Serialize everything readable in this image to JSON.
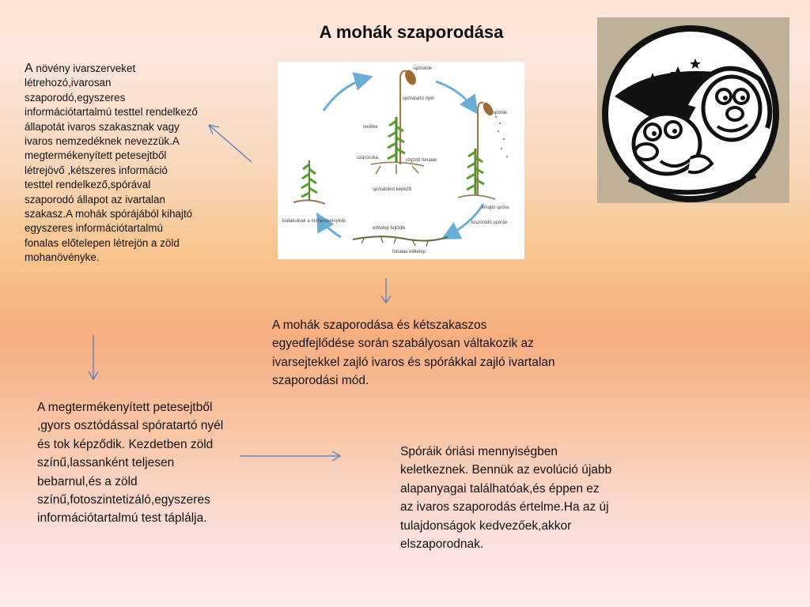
{
  "title": "A mohák szaporodása",
  "left_text": {
    "first": "A",
    "rest": " növény ivarszerveket létrehozó,ivarosan szaporodó,egyszeres információtartalmú testtel rendelkező állapotát ivaros szakasznak vagy ivaros nemzedéknek nevezzük.A megtermékenyített petesejtből létrejövő ,kétszeres információ testtel rendelkező,spórával szaporodó állapot az ivartalan szakasz.A mohák spórájából kihajtó egyszeres információtartalmú fonalas előtelepen létrejön a zöld mohanövényke."
  },
  "center_text": "A mohák szaporodása és kétszakaszos egyedfejlődése során szabályosan váltakozik az ivarsejtekkel zajló ivaros és spórákkal zajló ivartalan szaporodási mód.",
  "bottom_left_text": "A megtermékenyített petesejtből ,gyors osztódással spóratartó nyél és tok képződik. Kezdetben zöld színű,lassanként teljesen bebarnul,és a zöld színű,fotoszintetizáló,egyszeres információtartalmú test táplálja.",
  "bottom_right_text": "Spóráik óriási mennyiségben keletkeznek. Bennük az evolúció újabb alapanyagai találhatóak,és éppen ez az ivaros szaporodás értelme.Ha az új tulajdonságok kedvezőek,akkor elszaporodnak.",
  "diagram_labels": {
    "sporatok": "spóratok",
    "sporatarto_nyel": "spóratartó nyél",
    "levelke": "levélke",
    "szarocska": "szárocska",
    "rogzito_fonalak": "rögzítő fonalak",
    "sporak": "spórák",
    "kiszorodo": "kiszóródó spórák",
    "sporatokot_kepzo": "spóratokot képező",
    "kialakulo": "kialakulnak a mohanövénykék",
    "elotelep": "előtelep fejlődik",
    "fonal": "fonalas előtelep",
    "kihajto": "kihajtó spóra"
  },
  "colors": {
    "arrow": "#4f7fbf",
    "cycle_arrow": "#6aaed6",
    "moss_green": "#4f8a2a",
    "capsule_brown": "#9b6a35"
  }
}
